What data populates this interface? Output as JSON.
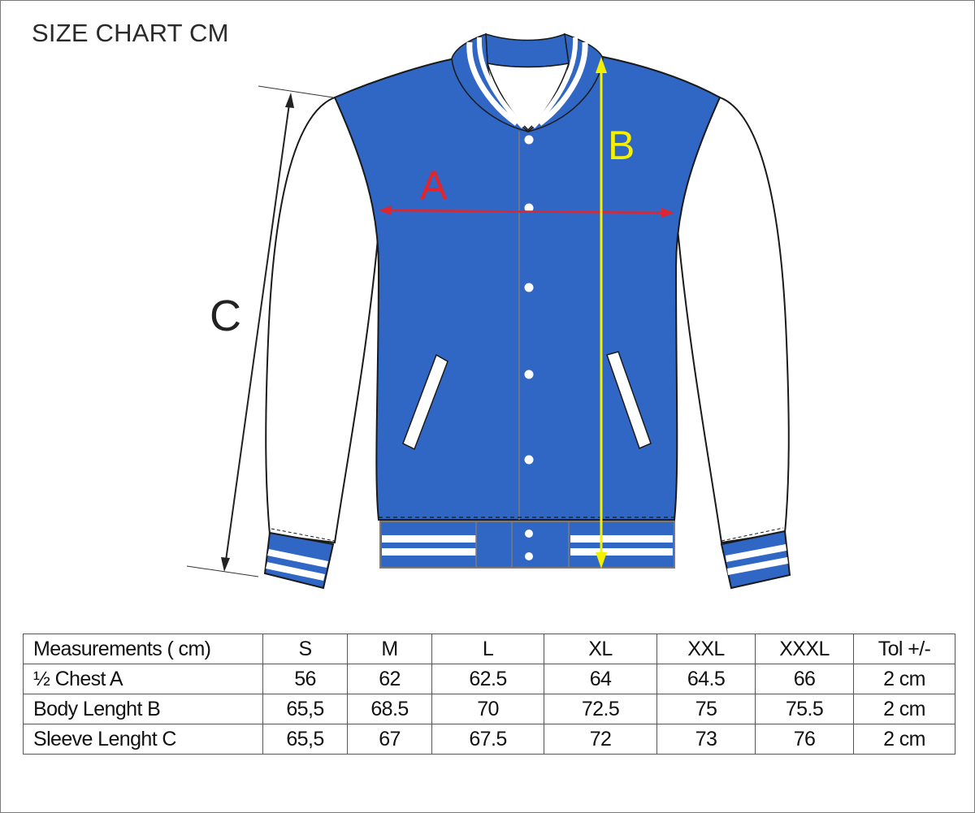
{
  "title": "SIZE CHART CM",
  "diagram": {
    "labels": {
      "a": "A",
      "b": "B",
      "c": "C"
    },
    "colors": {
      "jacket_body": "#3066c4",
      "sleeves": "#ffffff",
      "outline": "#1a1a1a",
      "measure_a": "#e0252e",
      "measure_b": "#f5f000",
      "measure_c": "#222222"
    },
    "measurements": {
      "a": "Half chest width (horizontal arrow across chest)",
      "b": "Body length (vertical arrow shoulder to hem)",
      "c": "Sleeve length (diagonal arrow shoulder to cuff)"
    }
  },
  "table": {
    "headers": [
      "Measurements ( cm)",
      "S",
      "M",
      "L",
      "XL",
      "XXL",
      "XXXL",
      "Tol +/-"
    ],
    "rows": [
      {
        "label": "½ Chest A",
        "values": [
          "56",
          "62",
          "62.5",
          "64",
          "64.5",
          "66",
          "2 cm"
        ]
      },
      {
        "label": "Body Lenght B",
        "values": [
          "65,5",
          "68.5",
          "70",
          "72.5",
          "75",
          "75.5",
          "2 cm"
        ]
      },
      {
        "label": "Sleeve Lenght C",
        "values": [
          "65,5",
          "67",
          "67.5",
          "72",
          "73",
          "76",
          "2 cm"
        ]
      }
    ]
  },
  "chart_data": {
    "type": "table",
    "title": "SIZE CHART CM",
    "columns": [
      "Measurements ( cm)",
      "S",
      "M",
      "L",
      "XL",
      "XXL",
      "XXXL",
      "Tol +/-"
    ],
    "rows": [
      [
        "½ Chest A",
        "56",
        "62",
        "62.5",
        "64",
        "64.5",
        "66",
        "2 cm"
      ],
      [
        "Body Lenght B",
        "65,5",
        "68.5",
        "70",
        "72.5",
        "75",
        "75.5",
        "2 cm"
      ],
      [
        "Sleeve Lenght C",
        "65,5",
        "67",
        "67.5",
        "72",
        "73",
        "76",
        "2 cm"
      ]
    ]
  }
}
